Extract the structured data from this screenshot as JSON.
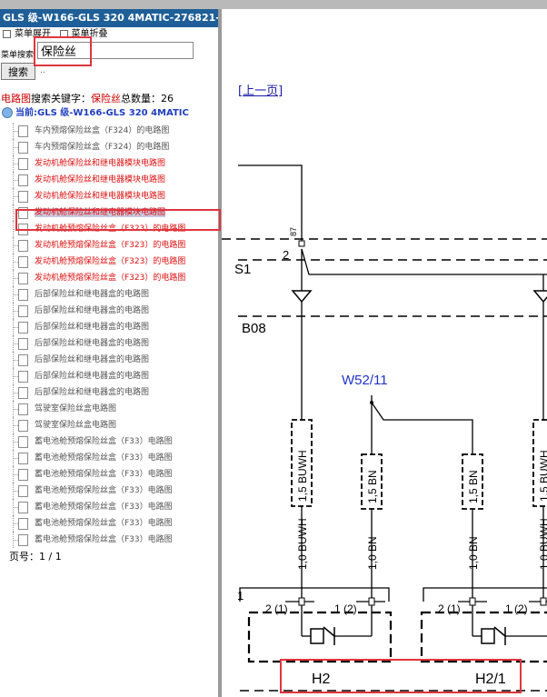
{
  "window_title": "GLS 级-W166-GLS 320 4MATIC-276821-C",
  "menu": {
    "expand_label": "菜单展开",
    "collapse_label": "菜单折叠"
  },
  "search": {
    "label": "菜单搜索",
    "value": "保险丝",
    "button_label": "搜索",
    "dots": ".."
  },
  "summary": {
    "prefix": "电路图",
    "middle": "搜索关键字：",
    "keyword": "保险丝",
    "count_label": "总数量：",
    "count": "26"
  },
  "current": "当前:GLS 级-W166-GLS 320 4MATIC",
  "tree_items": [
    {
      "label": "车内预熔保险丝盒（F324）的电路图",
      "style": "gray"
    },
    {
      "label": "车内预熔保险丝盒（F324）的电路图",
      "style": "gray"
    },
    {
      "label": "发动机舱保险丝和继电器模块电路图",
      "style": "red"
    },
    {
      "label": "发动机舱保险丝和继电器模块电路图",
      "style": "red"
    },
    {
      "label": "发动机舱保险丝和继电器模块电路图",
      "style": "red"
    },
    {
      "label": "发动机舱保险丝和继电器模块电路图",
      "style": "red",
      "selected": true
    },
    {
      "label": "发动机舱预熔保险丝盒（F323）的电路图",
      "style": "red"
    },
    {
      "label": "发动机舱预熔保险丝盒（F323）的电路图",
      "style": "red"
    },
    {
      "label": "发动机舱预熔保险丝盒（F323）的电路图",
      "style": "red"
    },
    {
      "label": "发动机舱预熔保险丝盒（F323）的电路图",
      "style": "red"
    },
    {
      "label": "后部保险丝和继电器盒的电路图",
      "style": "gray"
    },
    {
      "label": "后部保险丝和继电器盒的电路图",
      "style": "gray"
    },
    {
      "label": "后部保险丝和继电器盒的电路图",
      "style": "gray"
    },
    {
      "label": "后部保险丝和继电器盒的电路图",
      "style": "gray"
    },
    {
      "label": "后部保险丝和继电器盒的电路图",
      "style": "gray"
    },
    {
      "label": "后部保险丝和继电器盒的电路图",
      "style": "gray"
    },
    {
      "label": "后部保险丝和继电器盒的电路图",
      "style": "gray"
    },
    {
      "label": "驾驶室保险丝盒电路图",
      "style": "gray"
    },
    {
      "label": "驾驶室保险丝盒电路图",
      "style": "gray"
    },
    {
      "label": "蓄电池舱预熔保险丝盒（F33）电路图",
      "style": "gray"
    },
    {
      "label": "蓄电池舱预熔保险丝盒（F33）电路图",
      "style": "gray"
    },
    {
      "label": "蓄电池舱预熔保险丝盒（F33）电路图",
      "style": "gray"
    },
    {
      "label": "蓄电池舱预熔保险丝盒（F33）电路图",
      "style": "gray"
    },
    {
      "label": "蓄电池舱预熔保险丝盒（F33）电路图",
      "style": "gray"
    },
    {
      "label": "蓄电池舱预熔保险丝盒（F33）电路图",
      "style": "gray"
    },
    {
      "label": "蓄电池舱预熔保险丝盒（F33）电路图",
      "style": "gray"
    }
  ],
  "page": {
    "label": "页号：",
    "value": "1 / 1"
  },
  "diagram": {
    "prev_link": "[上一页]",
    "labels": {
      "pin87": "87",
      "wire2": "2",
      "s1": "S1",
      "b08": "B08",
      "w52": "W52/11",
      "buwh_upper": "1,5 BUWH",
      "bn_upper_left": "1,5 BN",
      "bn_upper_right": "1,5 BN",
      "buwh_upper_right": "1,5 BUWH",
      "buwh_lower": "1,0 BUWH",
      "bn_lower_left": "1,0 BN",
      "bn_lower_right": "1,0 BN",
      "buwh_lower_right": "1,0 BUWH",
      "conn_one": "1",
      "pin_a1": "2 (1)",
      "pin_a2": "1 (2)",
      "pin_b1": "2 (1)",
      "pin_b2": "1 (2)",
      "h2": "H2",
      "h21": "H2/1"
    }
  },
  "colors": {
    "title_bg": "#1f5f98",
    "highlight": "#e0353d",
    "link_blue": "#1a1aa6",
    "component_blue": "#2233cc"
  }
}
